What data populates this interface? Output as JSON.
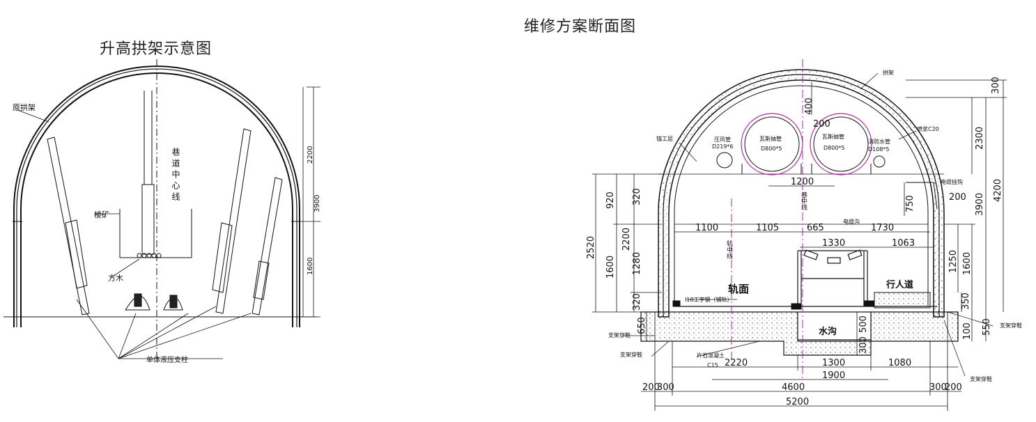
{
  "titles": {
    "left": "升高拱架示意图",
    "right": "维修方案断面图"
  },
  "left_diagram": {
    "labels": {
      "original_arch": "原拱架",
      "roadway_center": "巷道中心线",
      "pillar": "棱矿",
      "square_timber": "方木",
      "hydraulic_prop": "单体液压支柱"
    },
    "dims": [
      "2200",
      "3900",
      "1600"
    ]
  },
  "right_diagram": {
    "labels": {
      "arch_frame": "拱架",
      "steel_plate": "锚工层",
      "compressed_air": "压风管",
      "air_pipe_spec": "D219*6",
      "gas_pipe_1": "瓦斯抽管",
      "gas_pipe_1_spec": "D800*5",
      "gas_pipe_2": "瓦斯抽管",
      "gas_pipe_2_spec": "D800*5",
      "fire_pipe": "消防水管",
      "fire_pipe_spec": "D108*5",
      "shotcrete": "喷浆C20",
      "cable_hook": "电缆挂钩",
      "roadway_center": "巷中线",
      "rail_center": "轨中线",
      "rail_surface": "轨面",
      "i_beam": "I18工字钢（铺轨）",
      "channel": "电缆沟",
      "walkway": "行人道",
      "ditch": "水沟",
      "support_leg_l": "支架穿鞋",
      "support_leg_l2": "支架穿鞋",
      "concrete": "片石混凝土",
      "concrete_grade": "C15",
      "support_leg_r": "支架穿鞋",
      "support_base": "支架穿鞋"
    },
    "dims": {
      "top_300": "300",
      "d400": "400",
      "d200": "200",
      "d1200": "1200",
      "d2300": "2300",
      "d3900": "3900",
      "d4200": "4200",
      "d200b": "200",
      "d750": "750",
      "d920": "920",
      "d320a": "320",
      "d2520": "2520",
      "d2200": "2200",
      "d1280": "1280",
      "d1600": "1600",
      "d320b": "320",
      "d1600r": "1600",
      "d1250": "1250",
      "d350": "350",
      "d550": "550",
      "d100": "100",
      "d650": "650",
      "d500": "500",
      "d300v": "300",
      "h1100": "1100",
      "h1105": "1105",
      "h665": "665",
      "h1730": "1730",
      "h1330": "1330",
      "h1063": "1063",
      "h2220": "2220",
      "h1300": "1300",
      "h1080": "1080",
      "h1900": "1900",
      "h200l": "200",
      "h300l": "300",
      "h4600": "4600",
      "h300r": "300",
      "h200r": "200",
      "h5200": "5200"
    }
  }
}
